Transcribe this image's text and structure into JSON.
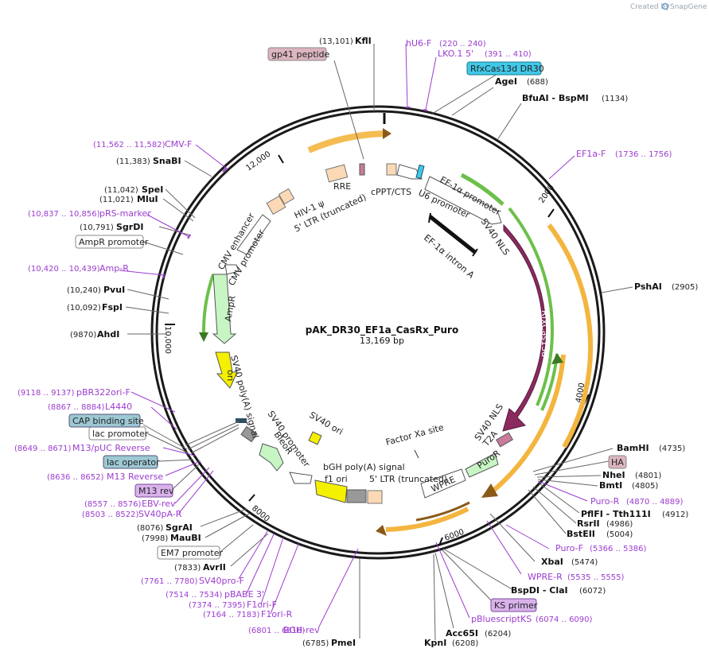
{
  "watermark": {
    "prefix": "Created by",
    "brand": "SnapGene"
  },
  "center": {
    "name": "pAK_DR30_EF1a_CasRx_Puro",
    "size": "13,169 bp"
  },
  "ticks": [
    "2000",
    "4000",
    "6000",
    "8000",
    "10,000",
    "12,000"
  ],
  "sites": [
    {
      "name": "KflI",
      "pos": "(13,101)"
    },
    {
      "name": "AgeI",
      "pos": "(688)"
    },
    {
      "name": "BfuAI  - BspMI",
      "pos": "(1134)"
    },
    {
      "name": "PshAI",
      "pos": "(2905)"
    },
    {
      "name": "BamHI",
      "pos": "(4735)"
    },
    {
      "name": "NheI",
      "pos": "(4801)"
    },
    {
      "name": "BmtI",
      "pos": "(4805)"
    },
    {
      "name": "PflFI  - Tth111I",
      "pos": "(4912)"
    },
    {
      "name": "RsrII",
      "pos": "(4986)"
    },
    {
      "name": "BstEII",
      "pos": "(5004)"
    },
    {
      "name": "XbaI",
      "pos": "(5474)"
    },
    {
      "name": "BspDI  - ClaI",
      "pos": "(6072)"
    },
    {
      "name": "Acc65I",
      "pos": "(6204)"
    },
    {
      "name": "KpnI",
      "pos": "(6208)"
    },
    {
      "name": "PmeI",
      "pos": "(6785)"
    },
    {
      "name": "AvrII",
      "pos": "(7833)"
    },
    {
      "name": "MauBI",
      "pos": "(7998)"
    },
    {
      "name": "SgrAI",
      "pos": "(8076)"
    },
    {
      "name": "AhdI",
      "pos": "(9870)"
    },
    {
      "name": "FspI",
      "pos": "(10,092)"
    },
    {
      "name": "PvuI",
      "pos": "(10,240)"
    },
    {
      "name": "SgrDI",
      "pos": "(10,791)"
    },
    {
      "name": "MluI",
      "pos": "(11,021)"
    },
    {
      "name": "SpeI",
      "pos": "(11,042)"
    },
    {
      "name": "SnaBI",
      "pos": "(11,383)"
    }
  ],
  "primers": [
    {
      "name": "hU6-F",
      "pos": "(220 .. 240)"
    },
    {
      "name": "LKO.1 5'",
      "pos": "(391 .. 410)"
    },
    {
      "name": "EF1a-F",
      "pos": "(1736 .. 1756)"
    },
    {
      "name": "Puro-R",
      "pos": "(4870 .. 4889)"
    },
    {
      "name": "Puro-F",
      "pos": "(5366 .. 5386)"
    },
    {
      "name": "WPRE-R",
      "pos": "(5535 .. 5555)"
    },
    {
      "name": "pBluescriptKS",
      "pos": "(6074 .. 6090)"
    },
    {
      "name": "BGH-rev",
      "pos": "(6801 .. 6818)"
    },
    {
      "name": "F1ori-R",
      "pos": "(7164 .. 7183)"
    },
    {
      "name": "F1ori-F",
      "pos": "(7374 .. 7395)"
    },
    {
      "name": "pBABE 3'",
      "pos": "(7514 .. 7534)"
    },
    {
      "name": "SV40pro-F",
      "pos": "(7761 .. 7780)"
    },
    {
      "name": "SV40pA-R",
      "pos": "(8503 .. 8522)"
    },
    {
      "name": "EBV-rev",
      "pos": "(8557 .. 8576)"
    },
    {
      "name": "M13 Reverse",
      "pos": "(8636 .. 8652)"
    },
    {
      "name": "M13/pUC Reverse",
      "pos": "(8649 .. 8671)"
    },
    {
      "name": "L4440",
      "pos": "(8867 .. 8884)"
    },
    {
      "name": "pBR322ori-F",
      "pos": "(9118 .. 9137)"
    },
    {
      "name": "Amp-R",
      "pos": "(10,420 .. 10,439)"
    },
    {
      "name": "pRS-marker",
      "pos": "(10,837 .. 10,856)"
    },
    {
      "name": "CMV-F",
      "pos": "(11,562 .. 11,582)"
    }
  ],
  "boxed_labels": [
    {
      "text": "gp41 peptide",
      "fill": "#dcb5bf"
    },
    {
      "text": "RfxCas13d DR30",
      "fill": "#41c8e8"
    },
    {
      "text": "HA",
      "fill": "#dcb5bf"
    },
    {
      "text": "KS primer",
      "fill": "#d9b2ec"
    },
    {
      "text": "EM7 promoter",
      "fill": "#ffffff"
    },
    {
      "text": "M13 rev",
      "fill": "#d9b2ec"
    },
    {
      "text": "lac operator",
      "fill": "#9dc8d4"
    },
    {
      "text": "lac promoter",
      "fill": "#ffffff"
    },
    {
      "text": "CAP binding site",
      "fill": "#9dc8d4"
    },
    {
      "text": "AmpR promoter",
      "fill": "#ffffff"
    }
  ],
  "features": [
    {
      "text": "U6 promoter"
    },
    {
      "text": "cPPT/CTS"
    },
    {
      "text": "RRE"
    },
    {
      "text": "HIV-1 ψ"
    },
    {
      "text": "5' LTR (truncated)"
    },
    {
      "text": "CMV enhancer"
    },
    {
      "text": "CMV promoter"
    },
    {
      "text": "AmpR"
    },
    {
      "text": "ori"
    },
    {
      "text": "SV40 poly(A) signal"
    },
    {
      "text": "SV40 promoter"
    },
    {
      "text": "BleoR"
    },
    {
      "text": "SV40 ori"
    },
    {
      "text": "f1 ori"
    },
    {
      "text": "bGH poly(A) signal"
    },
    {
      "text": "5' LTR (truncated)"
    },
    {
      "text": "Factor Xa site"
    },
    {
      "text": "WPRE"
    },
    {
      "text": "PuroR"
    },
    {
      "text": "T2A"
    },
    {
      "text": "SV40 NLS"
    },
    {
      "text": "RfxCas13d"
    },
    {
      "text": "SV40 NLS"
    },
    {
      "text": "EF-1α intron A"
    },
    {
      "text": "EF-1α promoter"
    }
  ],
  "colors": {
    "backbone": "#1a1a1a",
    "primer": "#9c3ccf",
    "cas13": "#8a2a5e",
    "ori": "#f5ef00",
    "amp_green": "#c7f5c4",
    "orange": "#f4b53f",
    "green_arrow": "#6cc04a"
  }
}
